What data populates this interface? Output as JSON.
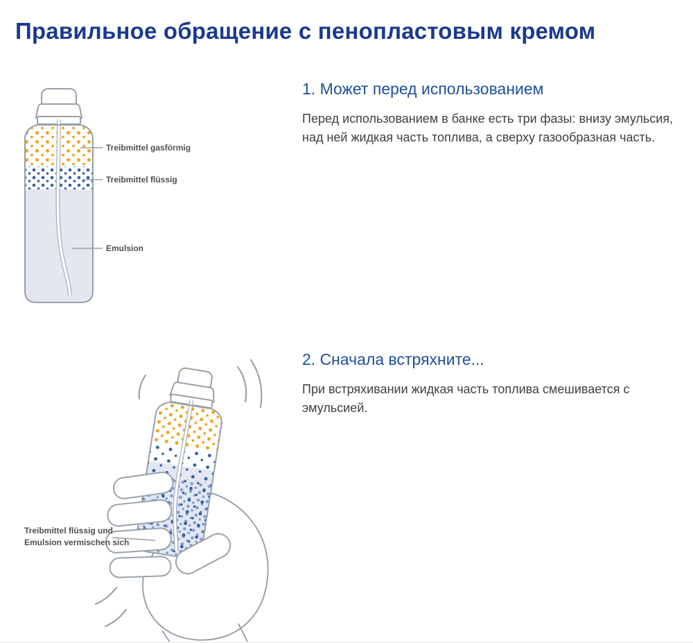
{
  "page": {
    "title": "Правильное обращение с пенопластовым кремом"
  },
  "section1": {
    "heading": "1. Может перед использованием",
    "body": "Перед использованием в банке есть три фазы: внизу эмульсия, над ней жидкая часть топлива, а сверху газообразная часть.",
    "labels": {
      "gas": "Treibmittel gasförmig",
      "liquid": "Treibmittel flüssig",
      "emulsion": "Emulsion"
    }
  },
  "section2": {
    "heading": "2. Сначала встряхните...",
    "body": "При встряхивании жидкая часть топлива смешивается с эмульсией.",
    "labels": {
      "mix_line1": "Treibmittel flüssig und",
      "mix_line2": "Emulsion vermischen sich"
    }
  },
  "colors": {
    "title_blue": "#1b3a8f",
    "heading_blue": "#1d4f9c",
    "propellant_orange": "#f0a31a",
    "propellant_dot_blue": "#2e5ea9",
    "emulsion_fill": "#e4e7f2",
    "outline_gray": "#98a0aa",
    "label_gray": "#4f4f4f"
  }
}
